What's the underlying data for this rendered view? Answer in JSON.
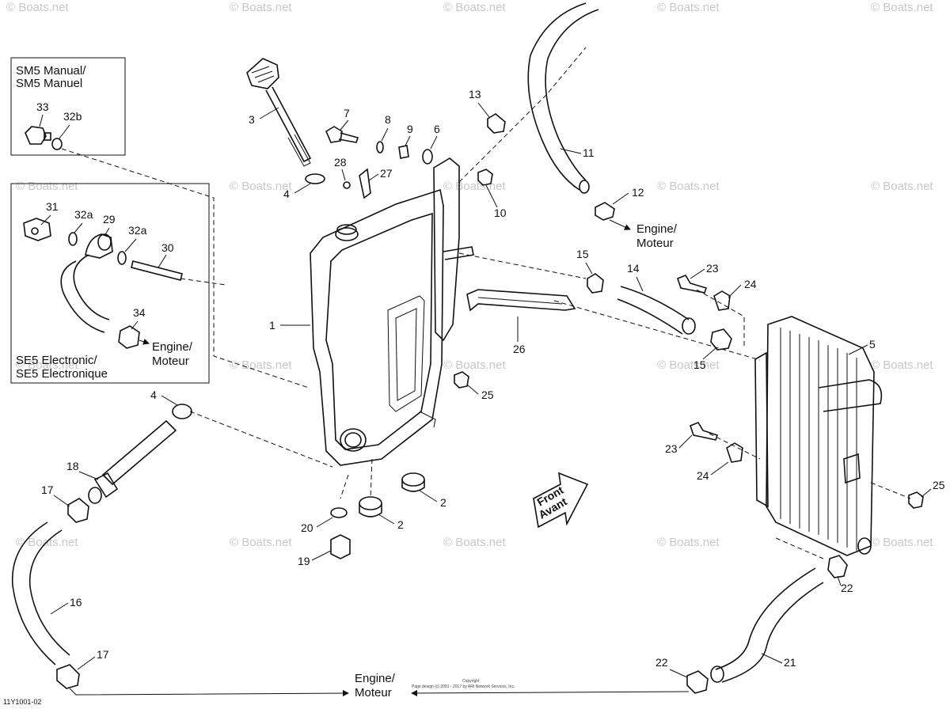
{
  "watermark": "© Boats.net",
  "inset_top": {
    "title_line1": "SM5 Manual/",
    "title_line2": "SM5 Manuel"
  },
  "inset_bottom": {
    "title_line1": "SE5 Electronic/",
    "title_line2": "SE5 Electronique",
    "engine_line1": "Engine/",
    "engine_line2": "Moteur"
  },
  "engine_right": {
    "line1": "Engine/",
    "line2": "Moteur"
  },
  "engine_bottom": {
    "line1": "Engine/",
    "line2": "Moteur"
  },
  "front_arrow": {
    "line1": "Front",
    "line2": "Avant"
  },
  "copyright": {
    "line1": "Copyright",
    "line2": "Page design (c) 2001 - 2017 by ARI Network Services, Inc."
  },
  "diagram_code": "11Y1001-02",
  "callouts": {
    "c1": "1",
    "c2a": "2",
    "c2b": "2",
    "c3": "3",
    "c4a": "4",
    "c4b": "4",
    "c5": "5",
    "c6": "6",
    "c7": "7",
    "c8": "8",
    "c9": "9",
    "c10": "10",
    "c11": "11",
    "c12": "12",
    "c13": "13",
    "c14": "14",
    "c15a": "15",
    "c15b": "15",
    "c16": "16",
    "c17a": "17",
    "c17b": "17",
    "c18": "18",
    "c19": "19",
    "c20": "20",
    "c21": "21",
    "c22a": "22",
    "c22b": "22",
    "c23a": "23",
    "c23b": "23",
    "c24a": "24",
    "c24b": "24",
    "c25a": "25",
    "c25b": "25",
    "c26": "26",
    "c27": "27",
    "c28": "28",
    "c29": "29",
    "c30": "30",
    "c31": "31",
    "c32a1": "32a",
    "c32a2": "32a",
    "c32b": "32b",
    "c33": "33",
    "c34": "34"
  }
}
